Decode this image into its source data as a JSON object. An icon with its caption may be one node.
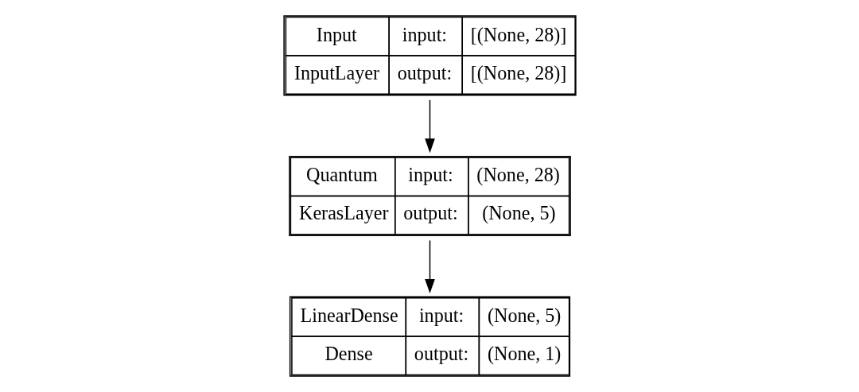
{
  "diagram": {
    "nodes": [
      {
        "text": [
          "Input",
          "input:",
          "[(None, 28)]",
          "InputLayer",
          "output:",
          "[(None, 28)]"
        ]
      },
      {
        "text": [
          "Quantum",
          "input:",
          "(None, 28)",
          "KerasLayer",
          "output:",
          "(None, 5)"
        ]
      },
      {
        "text": [
          "LinearDense",
          "input:",
          "(None, 5)",
          "Dense",
          "output:",
          "(None, 1)"
        ]
      }
    ],
    "edges": [
      {
        "from": 0,
        "to": 1,
        "arrow": "to"
      },
      {
        "from": 1,
        "to": 2,
        "arrow": "to"
      }
    ]
  }
}
